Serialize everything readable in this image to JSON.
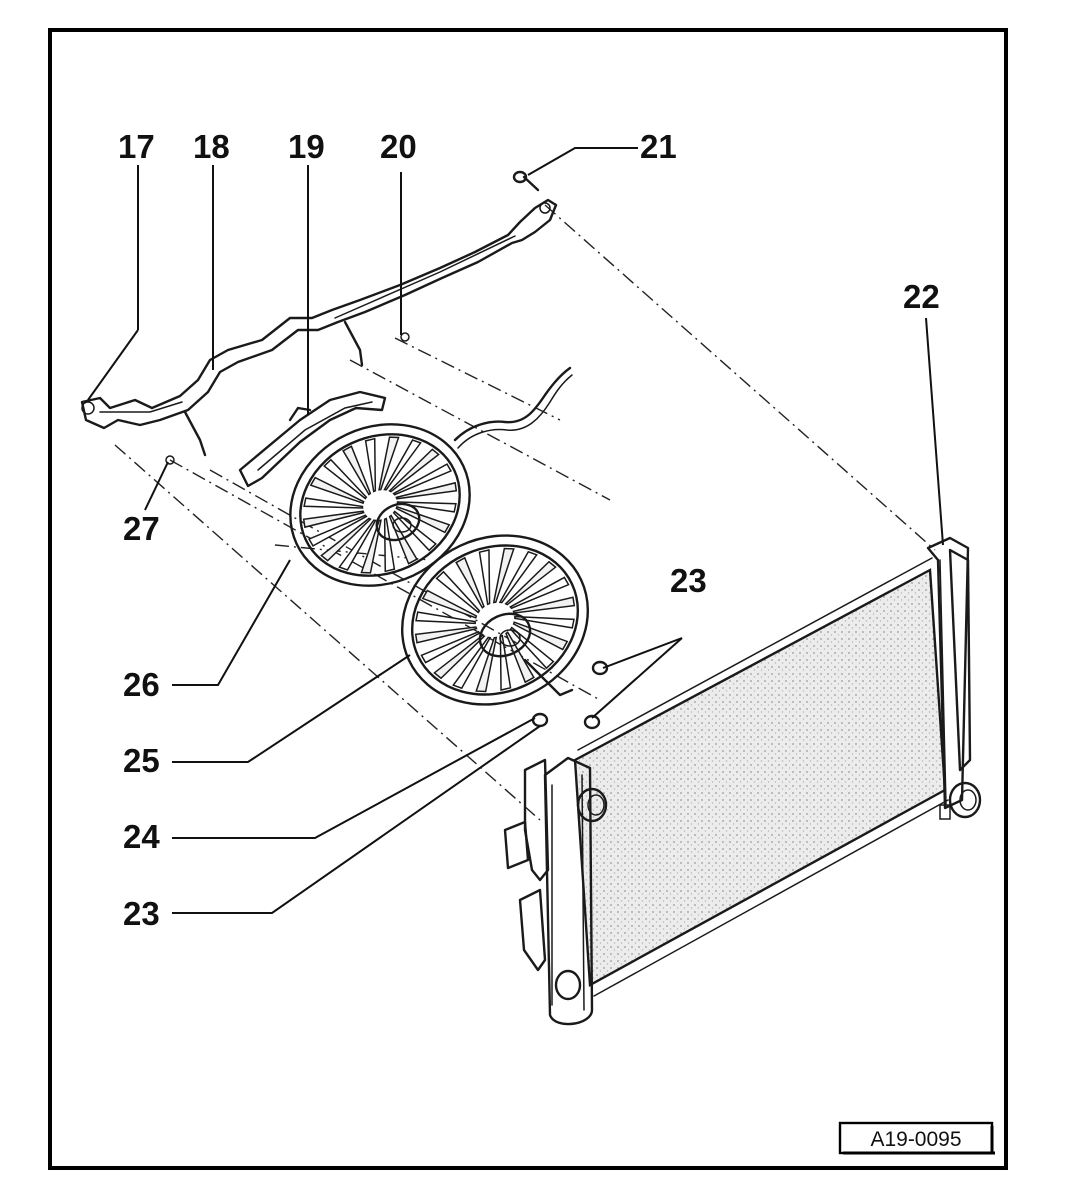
{
  "figure": {
    "reference_code": "A19-0095",
    "colors": {
      "ink": "#1a1a1a",
      "paper": "#ffffff",
      "radiator_fill": "#e9e9e9"
    }
  },
  "callouts": [
    {
      "id": "c17",
      "label": "17"
    },
    {
      "id": "c18",
      "label": "18"
    },
    {
      "id": "c19",
      "label": "19"
    },
    {
      "id": "c20",
      "label": "20"
    },
    {
      "id": "c21",
      "label": "21"
    },
    {
      "id": "c22",
      "label": "22"
    },
    {
      "id": "c23a",
      "label": "23"
    },
    {
      "id": "c26",
      "label": "26"
    },
    {
      "id": "c25",
      "label": "25"
    },
    {
      "id": "c24",
      "label": "24"
    },
    {
      "id": "c23b",
      "label": "23"
    },
    {
      "id": "c27",
      "label": "27"
    }
  ]
}
